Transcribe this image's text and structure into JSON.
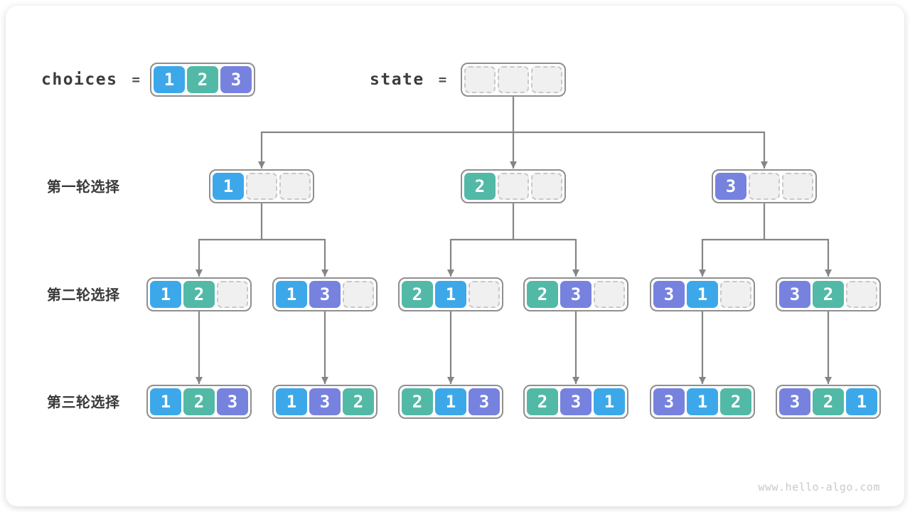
{
  "palette": {
    "cell_colors": {
      "1": "#3DA8E9",
      "2": "#52B9A7",
      "3": "#7682DE"
    },
    "line": "#858585",
    "node_border": "#8F8F8F",
    "empty_fill": "#F0F0F0",
    "empty_border": "#C8C8C8",
    "text_dark": "#3C3C3C",
    "watermark_color": "#C9C9C9"
  },
  "header": {
    "choices_label": "choices",
    "choices_equals": "=",
    "choices_cells": [
      1,
      2,
      3
    ],
    "state_label": "state",
    "state_equals": "=",
    "state_cells": [
      null,
      null,
      null
    ]
  },
  "tree": {
    "rows": [
      {
        "label": "第一轮选择",
        "nodes": [
          [
            1,
            null,
            null
          ],
          [
            2,
            null,
            null
          ],
          [
            3,
            null,
            null
          ]
        ]
      },
      {
        "label": "第二轮选择",
        "nodes": [
          [
            1,
            2,
            null
          ],
          [
            1,
            3,
            null
          ],
          [
            2,
            1,
            null
          ],
          [
            2,
            3,
            null
          ],
          [
            3,
            1,
            null
          ],
          [
            3,
            2,
            null
          ]
        ]
      },
      {
        "label": "第三轮选择",
        "nodes": [
          [
            1,
            2,
            3
          ],
          [
            1,
            3,
            2
          ],
          [
            2,
            1,
            3
          ],
          [
            2,
            3,
            1
          ],
          [
            3,
            1,
            2
          ],
          [
            3,
            2,
            1
          ]
        ]
      }
    ]
  },
  "watermark": {
    "text": "www.hello-algo.com"
  }
}
